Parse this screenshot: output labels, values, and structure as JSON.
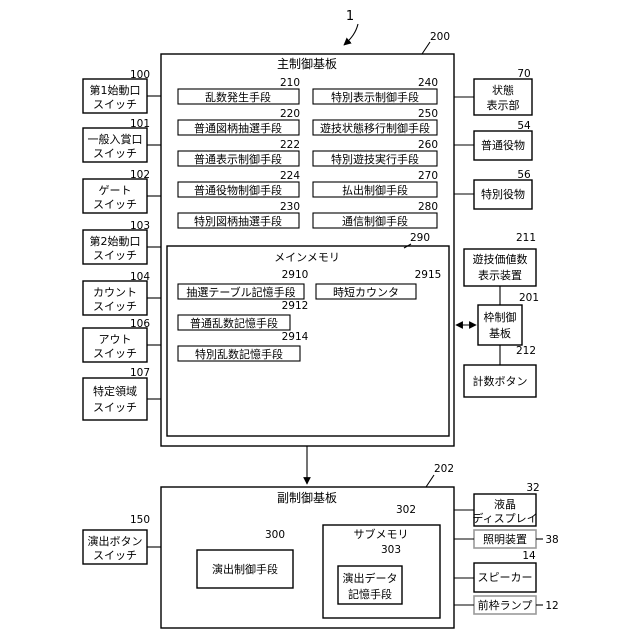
{
  "figure_ref": "1",
  "main_board": {
    "label": "主制御基板",
    "ref": "200",
    "units": [
      {
        "label": "乱数発生手段",
        "ref": "210"
      },
      {
        "label": "普通図柄抽選手段",
        "ref": "220"
      },
      {
        "label": "普通表示制御手段",
        "ref": "222"
      },
      {
        "label": "普通役物制御手段",
        "ref": "224"
      },
      {
        "label": "特別図柄抽選手段",
        "ref": "230"
      },
      {
        "label": "特別表示制御手段",
        "ref": "240"
      },
      {
        "label": "遊技状態移行制御手段",
        "ref": "250"
      },
      {
        "label": "特別遊技実行手段",
        "ref": "260"
      },
      {
        "label": "払出制御手段",
        "ref": "270"
      },
      {
        "label": "通信制御手段",
        "ref": "280"
      }
    ],
    "main_memory": {
      "label": "メインメモリ",
      "ref": "290",
      "items": [
        {
          "label": "抽選テーブル記憶手段",
          "ref": "2910"
        },
        {
          "label": "普通乱数記憶手段",
          "ref": "2912"
        },
        {
          "label": "特別乱数記憶手段",
          "ref": "2914"
        },
        {
          "label": "時短カウンタ",
          "ref": "2915"
        }
      ]
    }
  },
  "input_switches": [
    {
      "line1": "第1始動口",
      "line2": "スイッチ",
      "ref": "100"
    },
    {
      "line1": "一般入賞口",
      "line2": "スイッチ",
      "ref": "101"
    },
    {
      "line1": "ゲート",
      "line2": "スイッチ",
      "ref": "102"
    },
    {
      "line1": "第2始動口",
      "line2": "スイッチ",
      "ref": "103"
    },
    {
      "line1": "カウント",
      "line2": "スイッチ",
      "ref": "104"
    },
    {
      "line1": "アウト",
      "line2": "スイッチ",
      "ref": "106"
    },
    {
      "line1": "特定領域",
      "line2": "スイッチ",
      "ref": "107"
    }
  ],
  "outputs_right": [
    {
      "line1": "状態",
      "line2": "表示部",
      "ref": "70"
    },
    {
      "line1": "普通役物",
      "line2": "",
      "ref": "54"
    },
    {
      "line1": "特別役物",
      "line2": "",
      "ref": "56"
    }
  ],
  "frame_group": {
    "display": {
      "line1": "遊技価値数",
      "line2": "表示装置",
      "ref": "211"
    },
    "board": {
      "line1": "枠制御",
      "line2": "基板",
      "ref": "201"
    },
    "button": {
      "line1": "計数ボタン",
      "ref": "212"
    }
  },
  "sub_board": {
    "label": "副制御基板",
    "ref": "202",
    "effect_control": {
      "label": "演出制御手段",
      "ref": "300"
    },
    "sub_memory": {
      "label": "サブメモリ",
      "ref": "302"
    },
    "effect_data": {
      "line1": "演出データ",
      "line2": "記憶手段",
      "ref": "303"
    }
  },
  "effect_button": {
    "line1": "演出ボタン",
    "line2": "スイッチ",
    "ref": "150"
  },
  "sub_outputs": [
    {
      "line1": "液晶",
      "line2": "ディスプレイ",
      "ref": "32"
    },
    {
      "line1": "照明装置",
      "line2": "",
      "ref": "38"
    },
    {
      "line1": "スピーカー",
      "line2": "",
      "ref": "14"
    },
    {
      "line1": "前枠ランプ",
      "line2": "",
      "ref": "12"
    }
  ]
}
